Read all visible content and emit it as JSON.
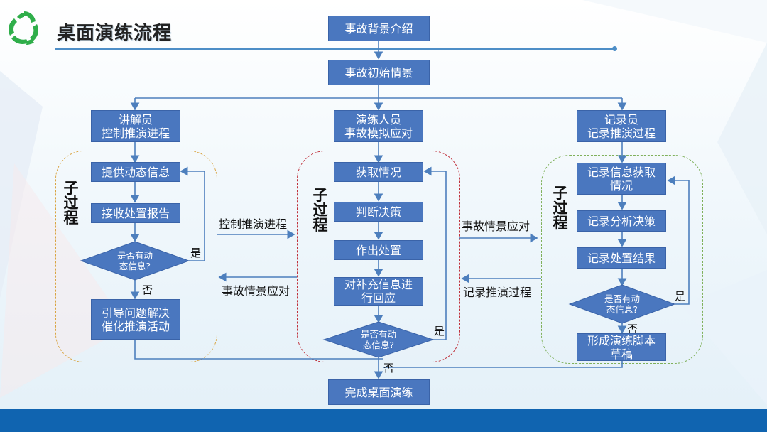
{
  "title": "桌面演练流程",
  "nodes": {
    "background": "事故背景介绍",
    "initial": "事故初始情景",
    "lecturer": [
      "讲解员",
      "控制推演进程"
    ],
    "participants": [
      "演练人员",
      "事故模拟应对"
    ],
    "recorder": [
      "记录员",
      "记录推演过程"
    ],
    "left_steps": {
      "provide_info": "提供动态信息",
      "receive_report": "接收处置报告",
      "guide": [
        "引导问题解决",
        "催化推演活动"
      ]
    },
    "mid_steps": {
      "get_situation": "获取情况",
      "judge": "判断决策",
      "act": "作出处置",
      "reply": [
        "对补充信息进",
        "行回应"
      ]
    },
    "right_steps": {
      "record_get": [
        "记录信息获取",
        "情况"
      ],
      "record_analysis": "记录分析决策",
      "record_result": "记录处置结果",
      "form_script": [
        "形成演练脚本",
        "草稿"
      ]
    },
    "finish": "完成桌面演练"
  },
  "decision": [
    "是否有动",
    "态信息?"
  ],
  "sub_process": [
    "子",
    "过",
    "程"
  ],
  "yes": "是",
  "no": "否",
  "edge_labels": {
    "control": "控制推演进程",
    "response_left": "事故情景应对",
    "response_right": "事故情景应对",
    "record": "记录推演过程"
  },
  "colors": {
    "box": "#4a77bf",
    "line": "#4d7fbd",
    "left_border": "#d9a441",
    "mid_border": "#c0303a",
    "right_border": "#7fb05a",
    "bottom_bar": "#1064b0",
    "logo": "#2fae4a"
  }
}
